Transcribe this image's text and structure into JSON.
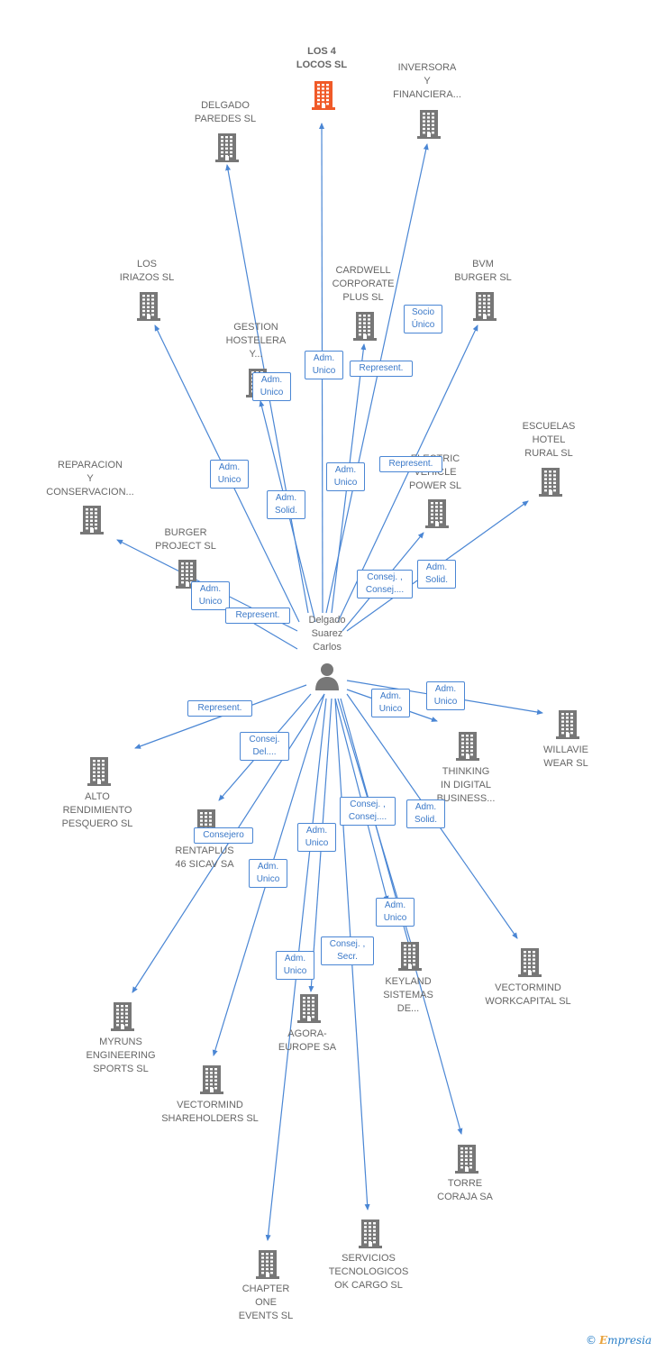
{
  "colors": {
    "edge": "#4a86d4",
    "building": "#777777",
    "highlight": "#f05a28"
  },
  "center": {
    "label": "Delgado\nSuarez\nCarlos",
    "icon": "person-icon"
  },
  "nodes": [
    {
      "id": "los4locos",
      "label": "LOS 4\nLOCOS  SL",
      "highlight": true
    },
    {
      "id": "inversora",
      "label": "INVERSORA\nY\nFINANCIERA..."
    },
    {
      "id": "delgadoparedes",
      "label": "DELGADO\nPAREDES  SL"
    },
    {
      "id": "losiriazos",
      "label": "LOS\nIRIAZOS SL"
    },
    {
      "id": "cardwell",
      "label": "CARDWELL\nCORPORATE\nPLUS  SL"
    },
    {
      "id": "bvm",
      "label": "BVM\nBURGER  SL"
    },
    {
      "id": "gestion",
      "label": "GESTION\nHOSTELERA\nY..."
    },
    {
      "id": "escuelas",
      "label": "ESCUELAS\nHOTEL\nRURAL SL"
    },
    {
      "id": "reparacion",
      "label": "REPARACION\nY\nCONSERVACION..."
    },
    {
      "id": "electric",
      "label": "ELECTRIC\nVEHICLE\nPOWER  SL"
    },
    {
      "id": "burger",
      "label": "BURGER\nPROJECT  SL"
    },
    {
      "id": "willavie",
      "label": "WILLAVIE\nWEAR SL"
    },
    {
      "id": "thinking",
      "label": "THINKING\nIN DIGITAL\nBUSINESS..."
    },
    {
      "id": "alto",
      "label": "ALTO\nRENDIMIENTO\nPESQUERO  SL"
    },
    {
      "id": "rentaplus",
      "label": "RENTAPLUS\n46 SICAV SA"
    },
    {
      "id": "keyland",
      "label": "KEYLAND\nSISTEMAS\nDE..."
    },
    {
      "id": "vectorwork",
      "label": "VECTORMIND\nWORKCAPITAL SL"
    },
    {
      "id": "myruns",
      "label": "MYRUNS\nENGINEERING\nSPORTS  SL"
    },
    {
      "id": "agora",
      "label": "AGORA-\nEUROPE SA"
    },
    {
      "id": "vectorshare",
      "label": "VECTORMIND\nSHAREHOLDERS SL"
    },
    {
      "id": "torre",
      "label": "TORRE\nCORAJA SA"
    },
    {
      "id": "servicios",
      "label": "SERVICIOS\nTECNOLOGICOS\nOK CARGO  SL"
    },
    {
      "id": "chapter",
      "label": "CHAPTER\nONE\nEVENTS  SL"
    }
  ],
  "relations": [
    {
      "label": "Socio\nÚnico"
    },
    {
      "label": "Adm.\nUnico"
    },
    {
      "label": "Represent."
    },
    {
      "label": "Adm.\nUnico"
    },
    {
      "label": "Adm.\nUnico"
    },
    {
      "label": "Adm.\nUnico"
    },
    {
      "label": "Represent."
    },
    {
      "label": "Adm.\nSolid."
    },
    {
      "label": "Consej. ,\nConsej...."
    },
    {
      "label": "Adm.\nSolid."
    },
    {
      "label": "Adm.\nUnico"
    },
    {
      "label": "Represent."
    },
    {
      "label": "Adm.\nUnico"
    },
    {
      "label": "Adm.\nUnico"
    },
    {
      "label": "Represent."
    },
    {
      "label": "Consej.\nDel...."
    },
    {
      "label": "Consej. ,\nConsej...."
    },
    {
      "label": "Adm.\nSolid."
    },
    {
      "label": "Consejero"
    },
    {
      "label": "Adm.\nUnico"
    },
    {
      "label": "Adm.\nUnico"
    },
    {
      "label": "Adm.\nUnico"
    },
    {
      "label": "Consej. ,\nSecr."
    },
    {
      "label": "Adm.\nUnico"
    }
  ],
  "footer": {
    "copyright": "©",
    "brand_first": "E",
    "brand_rest": "mpresia"
  }
}
